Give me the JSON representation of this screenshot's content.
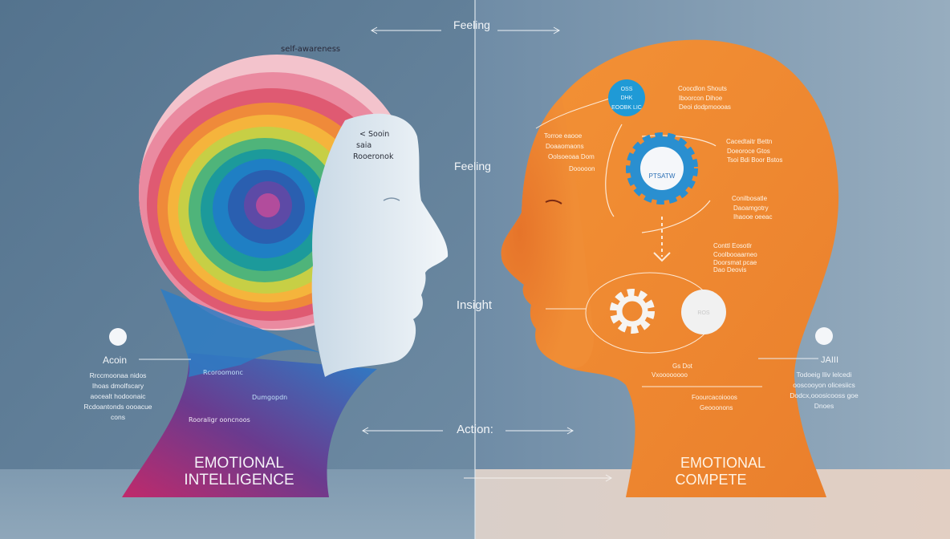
{
  "center_labels": {
    "top": "Feeling",
    "middle": "Feeling",
    "insight": "Insight",
    "action": "Action:"
  },
  "left_head": {
    "title_line1": "EMOTIONAL",
    "title_line2": "INTELLIGENCE",
    "crown_label": "self-awareness",
    "temple_label": [
      "< Sooin",
      "saia",
      "Rooeronok"
    ],
    "neck_labels": [
      "Rcoroomonc",
      "Dumgopdn",
      "Rooraligr ooncnoos"
    ],
    "side_heading": "Acoin",
    "side_text": [
      "Rrccmoonaa nidos",
      "Ihoas dmolfscary",
      "aocealt hodoonaic",
      "Rcdoantonds oooacue",
      "cons"
    ]
  },
  "right_head": {
    "title_line1": "EMOTIONAL",
    "title_line2": "COMPETE",
    "bubble_text": [
      "OSS",
      "DHK",
      "EOOBK LIC"
    ],
    "gear_label": "PTSATW",
    "small_bubble": "ROS",
    "blocks": [
      [
        "Coocdlon Shouts",
        "Iboorcon Dihoe",
        "Deoi dodpmoooas"
      ],
      [
        "Cacedtaitr Bettn",
        "Doeoroce Gtos",
        "Tsoi Bdi Boor Bstos"
      ],
      [
        "Conilbosatle",
        "Daoamgotry",
        "Ihaooe oeeac"
      ],
      [
        "Conttl Eosotlr",
        "Coolbooaarneo",
        "Doorsmat pcae",
        "Dao Deovis"
      ]
    ],
    "face_text": [
      "Torroe eaooe",
      "Doaaomaons",
      "Oolsoeoaa Dom",
      "Dooooon"
    ],
    "neck_text": [
      "Gs Dot",
      "Vxoooooooo",
      "Foourcacoiooos",
      "Geooonons"
    ],
    "side_heading": "JAIII",
    "side_text": [
      "Todoeig Iliv lelcedi",
      "ooscooyon olicesiics",
      "Dodcx,ooosicooss goe",
      "Dnoes"
    ]
  },
  "colors": {
    "left_bg": "#5f7f99",
    "right_bg": "#8aa3b6",
    "orange": "#ef8a33",
    "blue": "#1f9ad6"
  }
}
